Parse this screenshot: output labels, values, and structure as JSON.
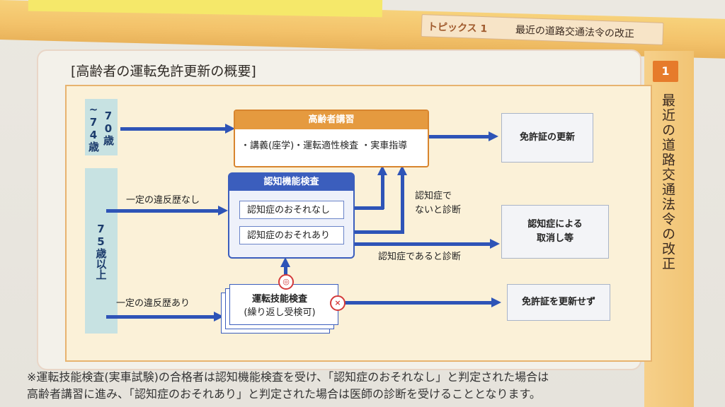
{
  "header": {
    "topic_label": "トピックス 1",
    "topic_title": "最近の道路交通法令の改正"
  },
  "side_tab": {
    "number": "1",
    "title": "最近の道路交通法令の改正"
  },
  "figure": {
    "title": "[高齢者の運転免許更新の概要]",
    "age_groups": [
      "70歳~74歳",
      "75歳以上"
    ],
    "lecture": {
      "title": "高齢者講習",
      "body": "・講義(座学)・運転適性検査 ・実車指導"
    },
    "cognitive_test": {
      "title": "認知機能検査",
      "rows": [
        "認知症のおそれなし",
        "認知症のおそれあり"
      ]
    },
    "skill_test": {
      "title": "運転技能検査",
      "subtitle": "(繰り返し受検可)"
    },
    "outcomes": {
      "renew": "免許証の更新",
      "revoke_line1": "認知症による",
      "revoke_line2": "取消し等",
      "no_renew": "免許証を更新せず"
    },
    "branch_labels": {
      "no_violation": "一定の違反歴なし",
      "violation": "一定の違反歴あり",
      "not_dementia_line1": "認知症で",
      "not_dementia_line2": "ないと診断",
      "dementia": "認知症であると診断"
    },
    "marks": {
      "pass": "◎",
      "fail": "×"
    }
  },
  "footnote": {
    "line1": "※運転技能検査(実車試験)の合格者は認知機能検査を受け、「認知症のおそれなし」と判定された場合は",
    "line2": "高齢者講習に進み、「認知症のおそれあり」と判定された場合は医師の診断を受けることとなります。"
  },
  "colors": {
    "accent_orange": "#e59a3f",
    "accent_blue": "#3b5ebd",
    "arrow_blue": "#2e54b7"
  }
}
